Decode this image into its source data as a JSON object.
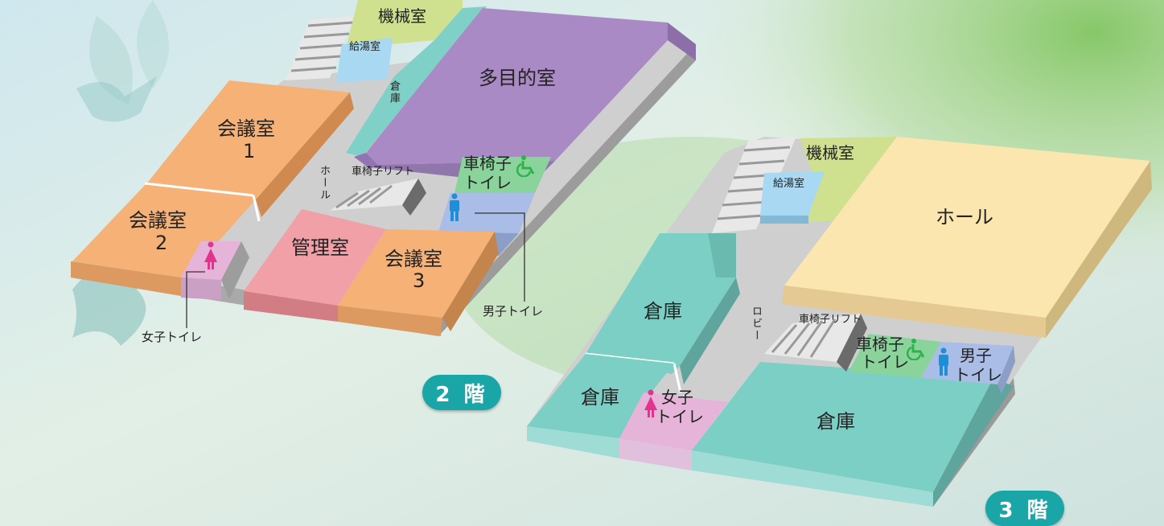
{
  "floors": [
    {
      "badge": "2 階",
      "rooms": {
        "kikai": "機械室",
        "kyuto": "給湯室",
        "tamokuteki": "多目的室",
        "souko": "倉庫",
        "kaigi1_a": "会議室",
        "kaigi1_b": "1",
        "kaigi2_a": "会議室",
        "kaigi2_b": "2",
        "kaigi3_a": "会議室",
        "kaigi3_b": "3",
        "kanri": "管理室",
        "hall": "ホール",
        "lift": "車椅子リフト",
        "wc_a": "車椅子",
        "wc_b": "トイレ",
        "men": "男子トイレ",
        "women": "女子トイレ"
      }
    },
    {
      "badge": "3 階",
      "rooms": {
        "kikai": "機械室",
        "kyuto": "給湯室",
        "hall": "ホール",
        "lobby": "ロビー",
        "lift": "車椅子リフト",
        "wc_a": "車椅子",
        "wc_b": "トイレ",
        "men_a": "男子",
        "men_b": "トイレ",
        "women_a": "女子",
        "women_b": "トイレ",
        "souko_top": "倉庫",
        "souko_left": "倉庫",
        "souko_right": "倉庫"
      }
    }
  ],
  "colors": {
    "kikai": "#cfe08e",
    "kyuto": "#a9d8f2",
    "purple": "#a98ac4",
    "teal": "#7fd0c6",
    "orange": "#f6b177",
    "pink": "#f0a0a6",
    "wc": "#8ad39b",
    "men": "#aabde6",
    "women": "#e6b3d9",
    "cream": "#fbe6b0",
    "seagreen": "#7ccfc4",
    "floor": "#c9c9c9",
    "badge": "#1aa6a6",
    "icon_men": "#1e8ed6",
    "icon_women": "#e2338f",
    "icon_wc": "#2db34a"
  }
}
